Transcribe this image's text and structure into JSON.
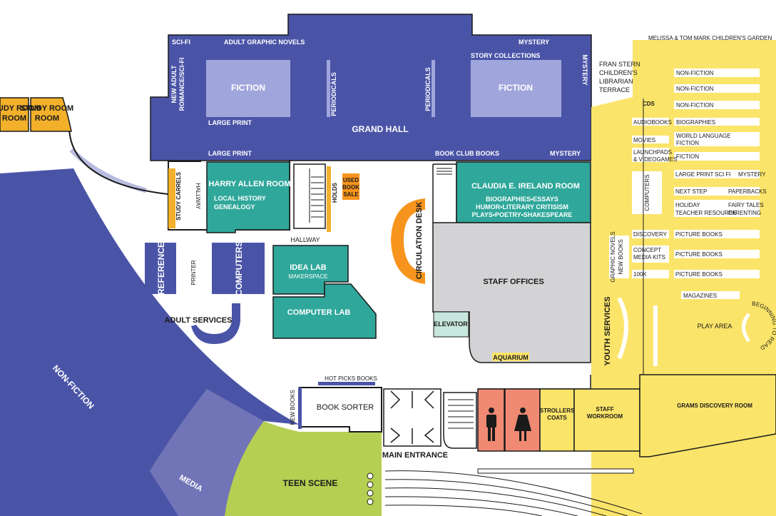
{
  "colors": {
    "blue": "#4a54a7",
    "blue_light": "#a0a6dc",
    "teal": "#2fa79a",
    "yellow": "#fbe46a",
    "gold": "#f3b02b",
    "orange": "#f7941d",
    "gray": "#d3d3d5",
    "green": "#b5cf52",
    "salmon": "#f08a73",
    "media": "#7274b8"
  },
  "icons": {
    "restroom_men": "man-icon",
    "restroom_women": "woman-icon"
  },
  "areas": {
    "study_room_1": "STUDY ROOM",
    "study_room_2": "STUDY ROOM",
    "grand_hall": "GRAND HALL",
    "fiction_left": "FICTION",
    "fiction_right": "FICTION",
    "periodicals_left": "PERIODICALS",
    "periodicals_right": "PERIODICALS",
    "sci_fi": "SCI-FI",
    "adult_graphic_novels": "ADULT GRAPHIC NOVELS",
    "mystery_top": "MYSTERY",
    "story_collections": "STORY COLLECTIONS",
    "mystery_side": "MYSTERY",
    "new_adult_1": "NEW ADULT",
    "new_adult_2": "ROMANCE/SCI-FI",
    "large_print_1": "LARGE PRINT",
    "large_print_2": "LARGE PRINT",
    "book_club_books": "BOOK CLUB BOOKS",
    "mystery_bottom": "MYSTERY",
    "harry_allen_room": "HARRY ALLEN ROOM",
    "local_history": "LOCAL HISTORY",
    "genealogy": "GENEALOGY",
    "study_carrels": "STUDY CARRELS",
    "hallway_side": "HALLWAY",
    "holds": "HOLDS",
    "used_book_sale_1": "USED",
    "used_book_sale_2": "BOOK",
    "used_book_sale_3": "SALE",
    "claudia_room": "CLAUDIA E. IRELAND ROOM",
    "claudia_line1": "BIOGRAPHIES•ESSAYS",
    "claudia_line2": "HUMOR•LITERARY CRITISISM",
    "claudia_line3": "PLAYS•POETRY•SHAKESPEARE",
    "circulation_desk": "CIRCULATION DESK",
    "hallway_mid": "HALLWAY",
    "reference": "REFERENCE",
    "printer": "PRINTER",
    "computers_adult": "COMPUTERS",
    "adult_services": "ADULT SERVICES",
    "idea_lab": "IDEA LAB",
    "makerspace": "MAKERSPACE",
    "computer_lab": "COMPUTER LAB",
    "staff_offices": "STAFF OFFICES",
    "elevator": "ELEVATOR",
    "aquarium": "AQUARIUM",
    "non_fiction_curve": "NON-FICTION",
    "media": "MEDIA",
    "teen_scene": "TEEN SCENE",
    "hot_picks": "HOT PICKS BOOKS",
    "new_books_side": "NEW BOOKS",
    "book_sorter": "BOOK SORTER",
    "main_entrance": "MAIN ENTRANCE",
    "strollers_1": "STROLLERS",
    "strollers_2": "COATS",
    "staff_workroom_1": "STAFF",
    "staff_workroom_2": "WORKROOM",
    "grams_room": "GRAMS DISCOVERY ROOM",
    "childrens_garden": "MELISSA & TOM MARK CHILDREN'S GARDEN",
    "fran_1": "FRAN STERN",
    "fran_2": "CHILDREN'S",
    "fran_3": "LIBRARIAN",
    "fran_4": "TERRACE",
    "youth_services": "YOUTH SERVICES",
    "y_nonfiction_1": "NON-FICTION",
    "y_nonfiction_2": "NON-FICTION",
    "y_nonfiction_3": "NON-FICTION",
    "y_cds": "CDS",
    "y_audiobooks": "AUDIOBOOKS",
    "y_biographies": "BIOGRAPHIES",
    "y_movies": "MOVIES",
    "y_world_1": "WORLD LANGUAGE",
    "y_world_2": "FICTION",
    "y_launch_1": "LAUNCHPADS",
    "y_launch_2": "& VIDEOGAMES",
    "y_fiction": "FICTION",
    "y_computers": "COMPUTERS",
    "y_large_print": "LARGE PRINT",
    "y_sci_fi": "SCI FI",
    "y_mystery": "MYSTERY",
    "y_next_step": "NEXT STEP",
    "y_paperbacks": "PAPERBACKS",
    "y_holiday": "HOLIDAY",
    "y_teacher": "TEACHER RESOURCE",
    "y_fairy_1": "FAIRY TALES",
    "y_parenting": "PARENTING",
    "y_graphic_1": "GRAPHIC NOVELS",
    "y_graphic_2": "NEW BOOKS",
    "y_discovery": "DISCOVERY",
    "y_picture_1": "PICTURE BOOKS",
    "y_concept_1": "CONCEPT",
    "y_concept_2": "MEDIA KITS",
    "y_picture_2": "PICTURE BOOKS",
    "y_100k": "100K",
    "y_picture_3": "PICTURE BOOKS",
    "y_magazines": "MAGAZINES",
    "y_play_area": "PLAY AREA",
    "y_beginning": "BEGINNING TO READ"
  }
}
